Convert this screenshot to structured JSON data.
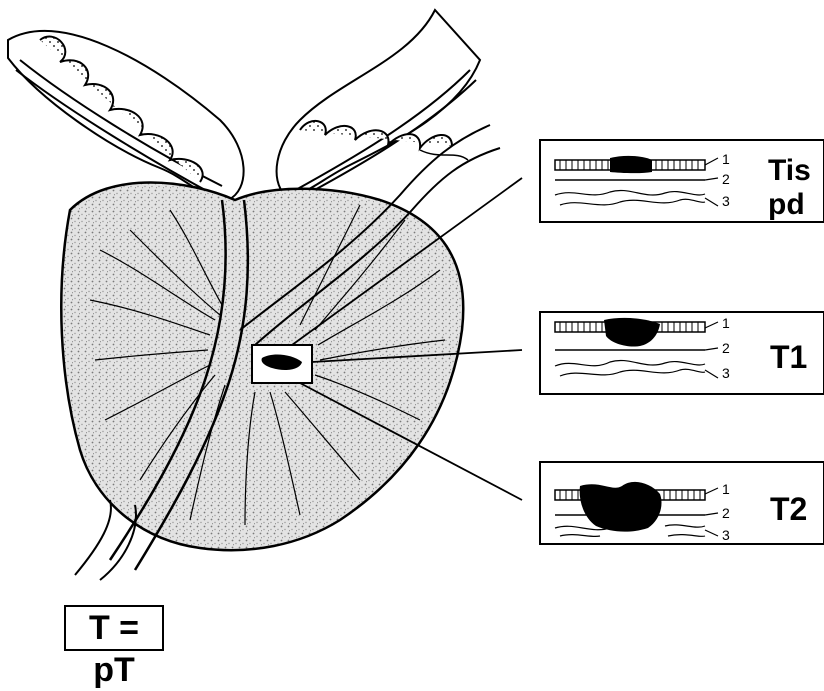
{
  "panels": [
    {
      "label_lines": [
        "Tis",
        "pd"
      ],
      "layers": [
        "1",
        "2",
        "3"
      ]
    },
    {
      "label_lines": [
        "T1"
      ],
      "layers": [
        "1",
        "2",
        "3"
      ]
    },
    {
      "label_lines": [
        "T2"
      ],
      "layers": [
        "1",
        "2",
        "3"
      ]
    }
  ],
  "formula": "T = pT",
  "colors": {
    "ink": "#000000",
    "tissue": "#d9d9d9",
    "stipple": "#8a8a8a",
    "paper": "#ffffff"
  }
}
